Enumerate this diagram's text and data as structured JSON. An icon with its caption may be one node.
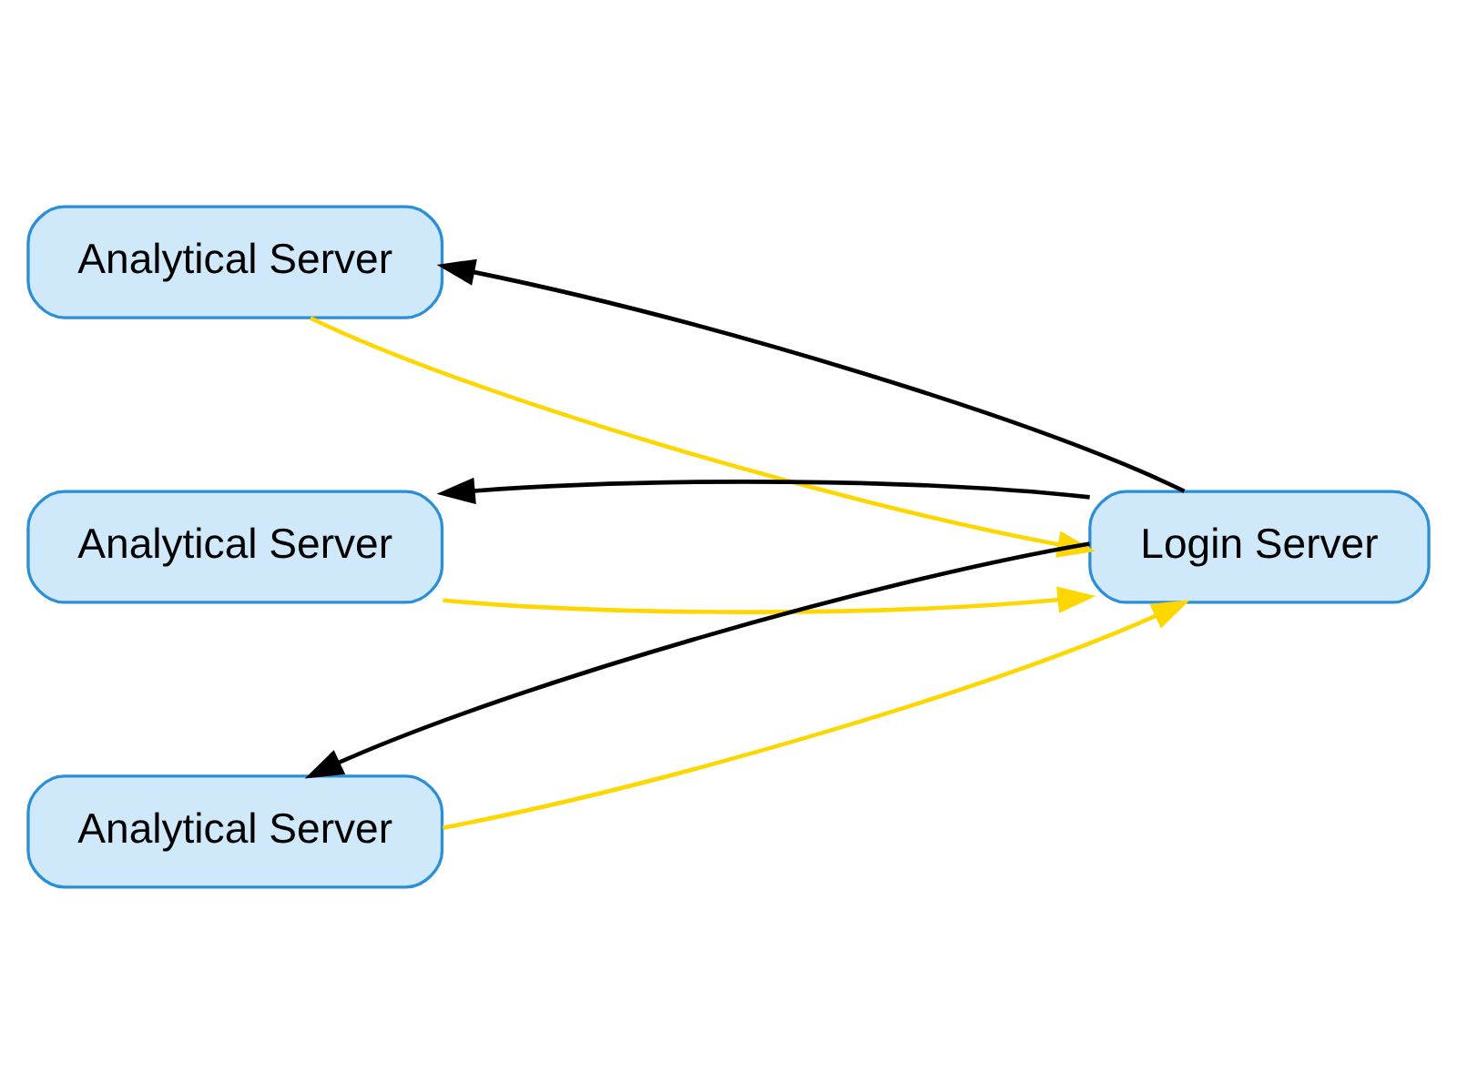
{
  "diagram": {
    "nodes": [
      {
        "text": [
          "Analytical Server"
        ]
      },
      {
        "text": [
          "Analytical Server"
        ]
      },
      {
        "text": [
          "Analytical Server"
        ]
      },
      {
        "text": [
          "Login Server"
        ]
      }
    ],
    "edges": [
      {
        "from": 3,
        "to": 0,
        "arrow": "to",
        "color": "#000000"
      },
      {
        "from": 0,
        "to": 3,
        "arrow": "to",
        "color": "#ffd700"
      },
      {
        "from": 3,
        "to": 1,
        "arrow": "to",
        "color": "#000000"
      },
      {
        "from": 1,
        "to": 3,
        "arrow": "to",
        "color": "#ffd700"
      },
      {
        "from": 2,
        "to": 3,
        "arrow": "to",
        "color": "#ffd700"
      },
      {
        "from": 3,
        "to": 2,
        "arrow": "to",
        "color": "#000000"
      }
    ]
  }
}
